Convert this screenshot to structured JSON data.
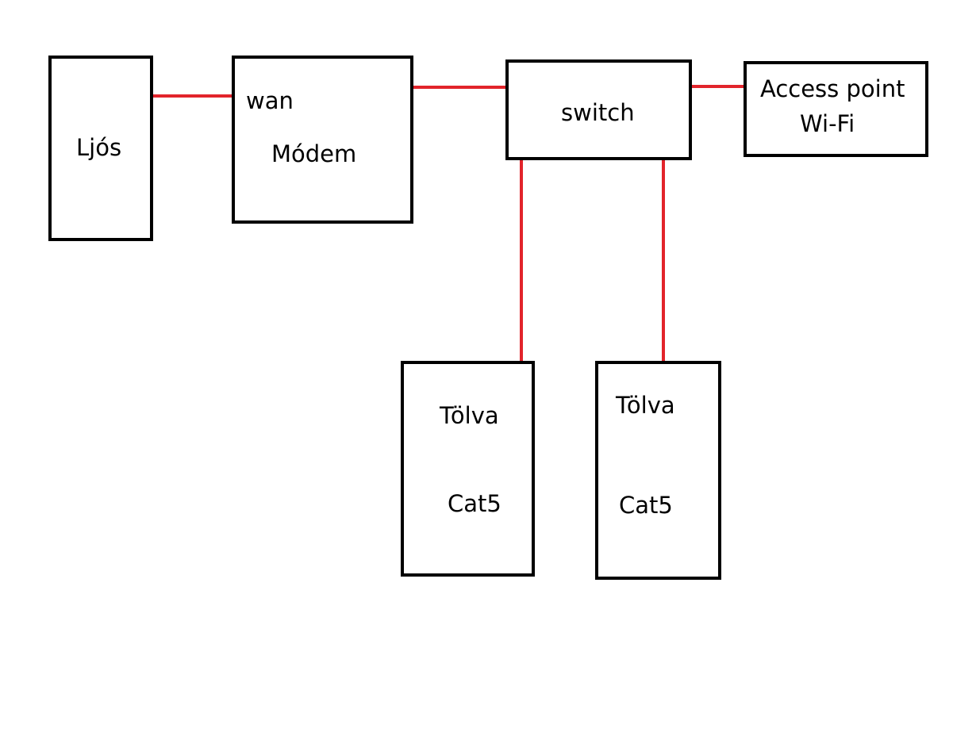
{
  "colors": {
    "link": "#e2242b",
    "box_border": "#000000",
    "text": "#000000",
    "background": "#ffffff"
  },
  "nodes": {
    "ljos": {
      "label": "Ljós"
    },
    "modem": {
      "wan_label": "wan",
      "label": "Módem"
    },
    "switch": {
      "label": "switch"
    },
    "access_point": {
      "line1": "Access point",
      "line2": "Wi-Fi"
    },
    "tolva_1": {
      "line1": "Tölva",
      "line2": "Cat5"
    },
    "tolva_2": {
      "line1": "Tölva",
      "line2": "Cat5"
    }
  },
  "links": [
    {
      "from": "ljos",
      "to": "modem"
    },
    {
      "from": "modem",
      "to": "switch"
    },
    {
      "from": "switch",
      "to": "access_point"
    },
    {
      "from": "switch",
      "to": "tolva_1"
    },
    {
      "from": "switch",
      "to": "tolva_2"
    }
  ]
}
